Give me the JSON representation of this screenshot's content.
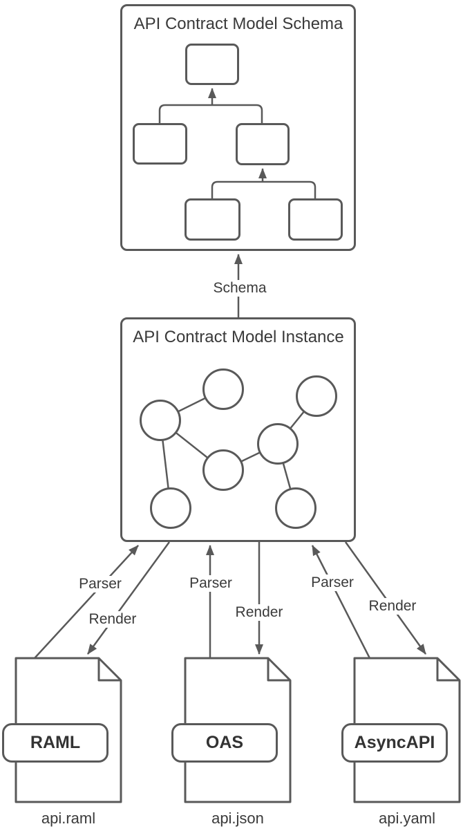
{
  "colors": {
    "stroke": "#595959",
    "text": "#3a3a3a",
    "background": "#ffffff"
  },
  "schema_panel": {
    "title": "API Contract Model Schema"
  },
  "instance_panel": {
    "title": "API Contract Model Instance"
  },
  "schema_arrow": {
    "label": "Schema"
  },
  "formats": [
    {
      "name": "RAML",
      "badge": "RAML",
      "file": "api.raml",
      "parser": "Parser",
      "render": "Render"
    },
    {
      "name": "OAS",
      "badge": "OAS",
      "file": "api.json",
      "parser": "Parser",
      "render": "Render"
    },
    {
      "name": "AsyncAPI",
      "badge": "AsyncAPI",
      "file": "api.yaml",
      "parser": "Parser",
      "render": "Render"
    }
  ]
}
